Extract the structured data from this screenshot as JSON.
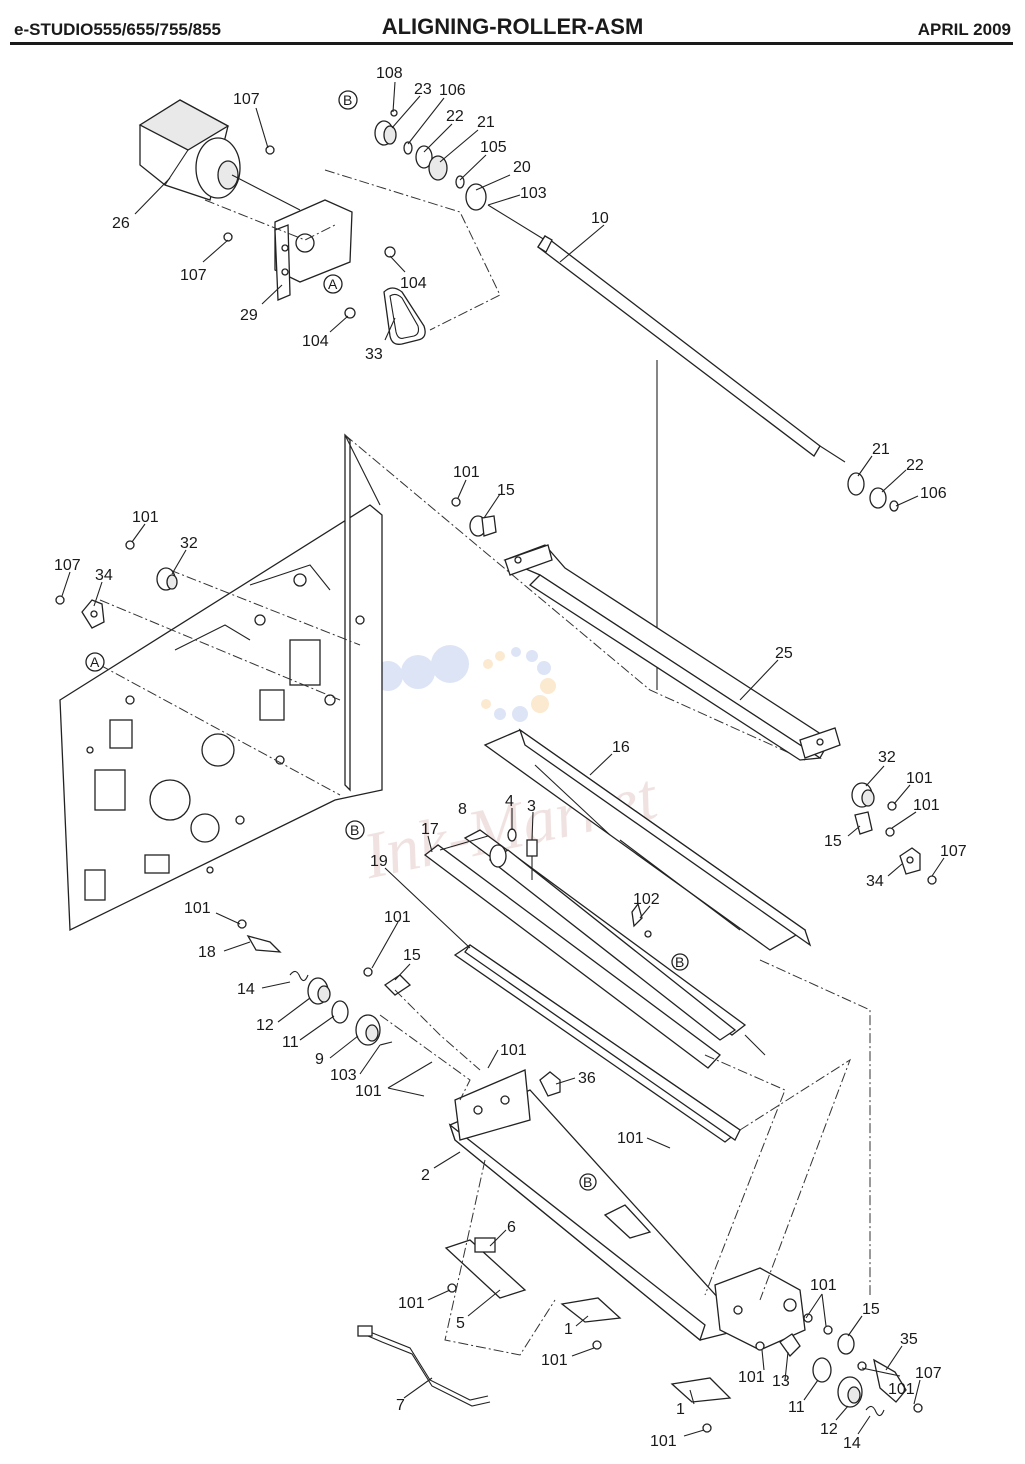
{
  "header": {
    "model": "e-STUDIO555/655/755/855",
    "title": "ALIGNING-ROLLER-ASM",
    "date": "APRIL 2009"
  },
  "watermark": "Ink-Market",
  "callouts": [
    {
      "id": "c1",
      "text": "108"
    },
    {
      "id": "c2",
      "text": "23"
    },
    {
      "id": "c3",
      "text": "106"
    },
    {
      "id": "c4",
      "text": "107"
    },
    {
      "id": "c5",
      "text": "22"
    },
    {
      "id": "c6",
      "text": "21"
    },
    {
      "id": "c7",
      "text": "105"
    },
    {
      "id": "c8",
      "text": "20"
    },
    {
      "id": "c9",
      "text": "103"
    },
    {
      "id": "c10",
      "text": "10"
    },
    {
      "id": "c11",
      "text": "26"
    },
    {
      "id": "c12",
      "text": "107"
    },
    {
      "id": "c13",
      "text": "104"
    },
    {
      "id": "c14",
      "text": "29"
    },
    {
      "id": "c15",
      "text": "104"
    },
    {
      "id": "c16",
      "text": "33"
    },
    {
      "id": "c17",
      "text": "21"
    },
    {
      "id": "c18",
      "text": "22"
    },
    {
      "id": "c19",
      "text": "106"
    },
    {
      "id": "c20",
      "text": "101"
    },
    {
      "id": "c21",
      "text": "15"
    },
    {
      "id": "c22",
      "text": "101"
    },
    {
      "id": "c23",
      "text": "32"
    },
    {
      "id": "c24",
      "text": "107"
    },
    {
      "id": "c25",
      "text": "34"
    },
    {
      "id": "c26",
      "text": "25"
    },
    {
      "id": "c27",
      "text": "16"
    },
    {
      "id": "c28",
      "text": "32"
    },
    {
      "id": "c29",
      "text": "101"
    },
    {
      "id": "c30",
      "text": "101"
    },
    {
      "id": "c31",
      "text": "15"
    },
    {
      "id": "c32",
      "text": "107"
    },
    {
      "id": "c33",
      "text": "34"
    },
    {
      "id": "c34",
      "text": "17"
    },
    {
      "id": "c35",
      "text": "8"
    },
    {
      "id": "c36",
      "text": "4"
    },
    {
      "id": "c37",
      "text": "3"
    },
    {
      "id": "c38",
      "text": "19"
    },
    {
      "id": "c39",
      "text": "102"
    },
    {
      "id": "c40",
      "text": "101"
    },
    {
      "id": "c41",
      "text": "18"
    },
    {
      "id": "c42",
      "text": "101"
    },
    {
      "id": "c43",
      "text": "15"
    },
    {
      "id": "c44",
      "text": "14"
    },
    {
      "id": "c45",
      "text": "12"
    },
    {
      "id": "c46",
      "text": "11"
    },
    {
      "id": "c47",
      "text": "9"
    },
    {
      "id": "c48",
      "text": "103"
    },
    {
      "id": "c49",
      "text": "101"
    },
    {
      "id": "c50",
      "text": "101"
    },
    {
      "id": "c51",
      "text": "36"
    },
    {
      "id": "c52",
      "text": "101"
    },
    {
      "id": "c53",
      "text": "2"
    },
    {
      "id": "c54",
      "text": "6"
    },
    {
      "id": "c55",
      "text": "101"
    },
    {
      "id": "c56",
      "text": "5"
    },
    {
      "id": "c57",
      "text": "1"
    },
    {
      "id": "c58",
      "text": "101"
    },
    {
      "id": "c59",
      "text": "7"
    },
    {
      "id": "c60",
      "text": "101"
    },
    {
      "id": "c61",
      "text": "15"
    },
    {
      "id": "c62",
      "text": "35"
    },
    {
      "id": "c63",
      "text": "107"
    },
    {
      "id": "c64",
      "text": "101"
    },
    {
      "id": "c65",
      "text": "13"
    },
    {
      "id": "c66",
      "text": "11"
    },
    {
      "id": "c67",
      "text": "101"
    },
    {
      "id": "c68",
      "text": "1"
    },
    {
      "id": "c69",
      "text": "12"
    },
    {
      "id": "c70",
      "text": "14"
    },
    {
      "id": "c71",
      "text": "101"
    }
  ],
  "reference_marks": [
    {
      "id": "r1",
      "text": "B"
    },
    {
      "id": "r2",
      "text": "A"
    },
    {
      "id": "r3",
      "text": "A"
    },
    {
      "id": "r4",
      "text": "B"
    },
    {
      "id": "r5",
      "text": "B"
    },
    {
      "id": "r6",
      "text": "B"
    }
  ]
}
